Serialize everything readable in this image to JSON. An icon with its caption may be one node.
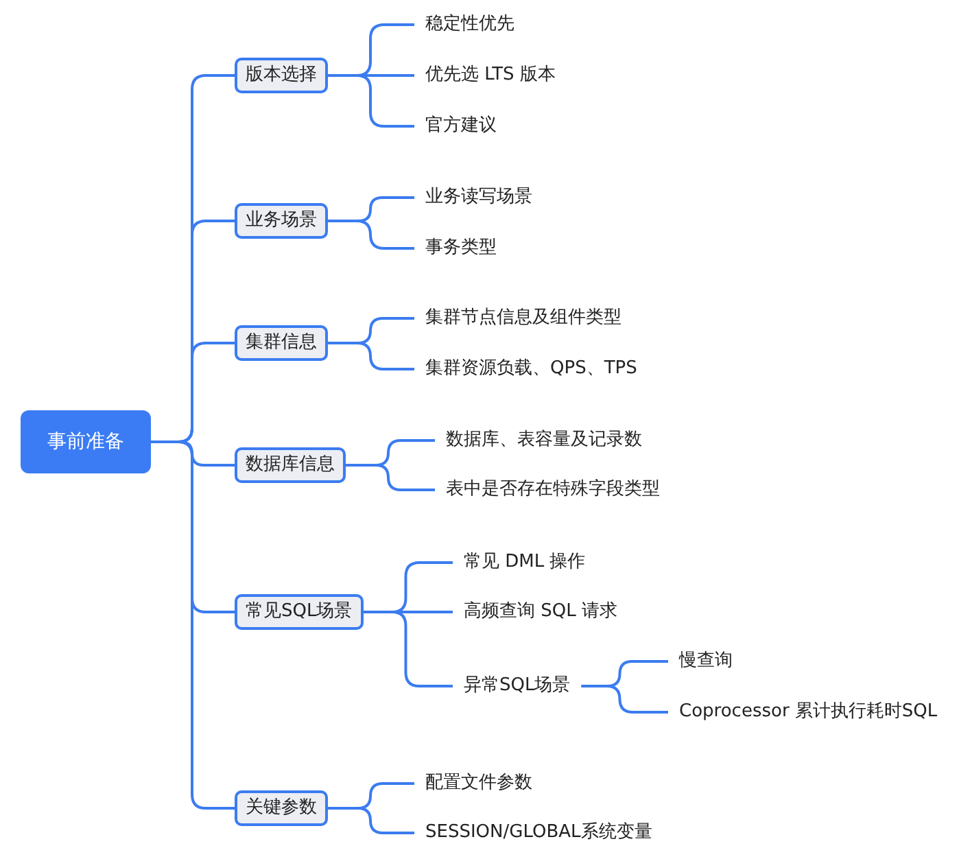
{
  "diagram": {
    "nodes": [
      {
        "text": [
          "事前准备"
        ]
      },
      {
        "text": [
          "版本选择"
        ]
      },
      {
        "text": [
          "稳定性优先"
        ]
      },
      {
        "text": [
          "优先选 LTS 版本"
        ]
      },
      {
        "text": [
          "官方建议"
        ]
      },
      {
        "text": [
          "业务场景"
        ]
      },
      {
        "text": [
          "业务读写场景"
        ]
      },
      {
        "text": [
          "事务类型"
        ]
      },
      {
        "text": [
          "集群信息"
        ]
      },
      {
        "text": [
          "集群节点信息及组件类型"
        ]
      },
      {
        "text": [
          "集群资源负载、QPS、TPS"
        ]
      },
      {
        "text": [
          "数据库信息"
        ]
      },
      {
        "text": [
          "数据库、表容量及记录数"
        ]
      },
      {
        "text": [
          "表中是否存在特殊字段类型"
        ]
      },
      {
        "text": [
          "常见SQL场景"
        ]
      },
      {
        "text": [
          "常见 DML 操作"
        ]
      },
      {
        "text": [
          "高频查询 SQL 请求"
        ]
      },
      {
        "text": [
          "异常SQL场景"
        ]
      },
      {
        "text": [
          "慢查询"
        ]
      },
      {
        "text": [
          "Coprocessor 累计执行耗时SQL"
        ]
      },
      {
        "text": [
          "关键参数"
        ]
      },
      {
        "text": [
          "配置文件参数"
        ]
      },
      {
        "text": [
          "SESSION/GLOBAL系统变量"
        ]
      }
    ],
    "edges": [
      {
        "from": 0,
        "to": 1,
        "arrow": "none"
      },
      {
        "from": 0,
        "to": 5,
        "arrow": "none"
      },
      {
        "from": 0,
        "to": 8,
        "arrow": "none"
      },
      {
        "from": 0,
        "to": 11,
        "arrow": "none"
      },
      {
        "from": 0,
        "to": 14,
        "arrow": "none"
      },
      {
        "from": 0,
        "to": 20,
        "arrow": "none"
      },
      {
        "from": 1,
        "to": 2,
        "arrow": "none"
      },
      {
        "from": 1,
        "to": 3,
        "arrow": "none"
      },
      {
        "from": 1,
        "to": 4,
        "arrow": "none"
      },
      {
        "from": 5,
        "to": 6,
        "arrow": "none"
      },
      {
        "from": 5,
        "to": 7,
        "arrow": "none"
      },
      {
        "from": 8,
        "to": 9,
        "arrow": "none"
      },
      {
        "from": 8,
        "to": 10,
        "arrow": "none"
      },
      {
        "from": 11,
        "to": 12,
        "arrow": "none"
      },
      {
        "from": 11,
        "to": 13,
        "arrow": "none"
      },
      {
        "from": 14,
        "to": 15,
        "arrow": "none"
      },
      {
        "from": 14,
        "to": 16,
        "arrow": "none"
      },
      {
        "from": 14,
        "to": 17,
        "arrow": "none"
      },
      {
        "from": 17,
        "to": 18,
        "arrow": "none"
      },
      {
        "from": 17,
        "to": 19,
        "arrow": "none"
      },
      {
        "from": 20,
        "to": 21,
        "arrow": "none"
      },
      {
        "from": 20,
        "to": 22,
        "arrow": "none"
      }
    ]
  }
}
